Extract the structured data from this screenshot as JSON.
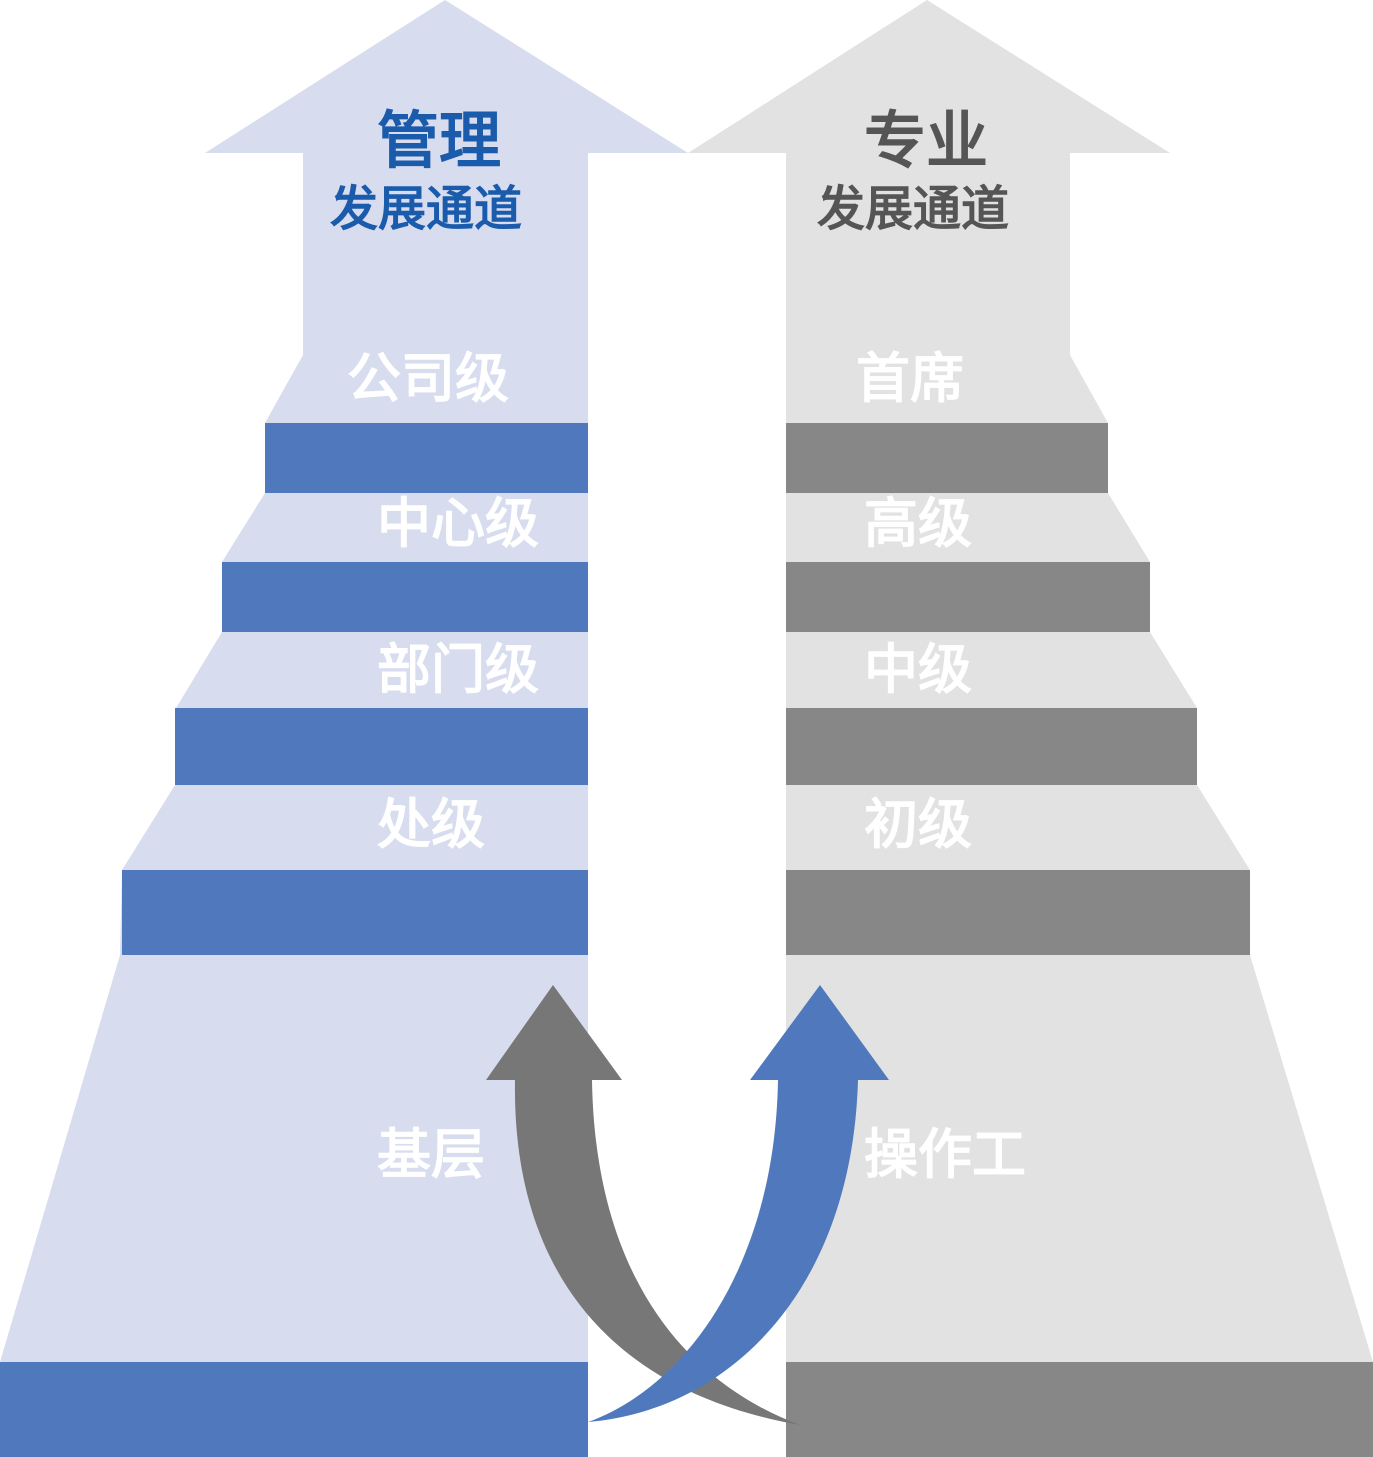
{
  "colors": {
    "management_light": "#D8DCEF",
    "management_bar": "#5079BD",
    "management_text": "#1B5BAB",
    "professional_light": "#E2E2E2",
    "professional_bar": "#878787",
    "professional_text": "#555555",
    "cross_arrow_gray": "#777777",
    "cross_arrow_blue": "#5079BD"
  },
  "management": {
    "title": "管理",
    "subtitle": "发展通道",
    "levels": [
      "公司级",
      "中心级",
      "部门级",
      "处级",
      "基层"
    ]
  },
  "professional": {
    "title": "专业",
    "subtitle": "发展通道",
    "levels": [
      "首席",
      "高级",
      "中级",
      "初级",
      "操作工"
    ]
  }
}
